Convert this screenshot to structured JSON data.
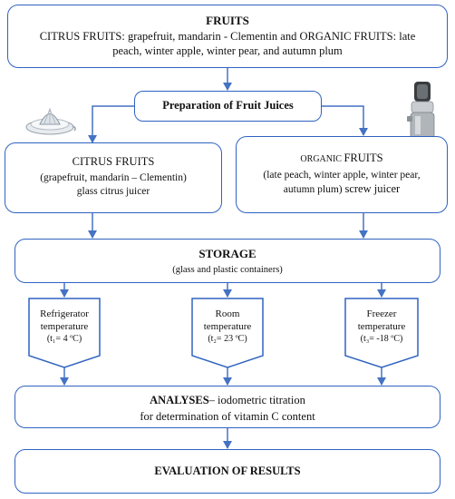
{
  "colors": {
    "border": "#2f63c0",
    "arrow": "#4472c4",
    "text": "#111111"
  },
  "top_box": {
    "title": "FRUITS",
    "line1": "CITRUS FRUITS: grapefruit, mandarin - Clementin and ORGANIC FRUITS: late",
    "line2": "peach, winter apple, winter pear, and  autumn plum"
  },
  "prep_box": {
    "label": "Preparation of Fruit Juices"
  },
  "icons": {
    "left": "citrus-juicer-icon",
    "right": "screw-juicer-icon"
  },
  "citrus_box": {
    "title": "CITRUS FRUITS",
    "line1": "(grapefruit, mandarin – Clementin)",
    "line2": "glass citrus juicer"
  },
  "organic_box": {
    "title_prefix": "ORGANIC ",
    "title_main": "FRUITS",
    "line1": "(late peach, winter apple, winter pear,",
    "line2_text": "autumn plum) ",
    "line2_emph": "screw juicer"
  },
  "storage_box": {
    "title": "STORAGE",
    "subtitle": "(glass and plastic containers)"
  },
  "temps": [
    {
      "line1": "Refrigerator",
      "line2": "temperature",
      "line3": "(t₁= 4 ºC)"
    },
    {
      "line1": "Room",
      "line2": "temperature",
      "line3": "(t₂= 23 ºC)"
    },
    {
      "line1": "Freezer",
      "line2": "temperature",
      "line3": "(t₃= -18 ºC)"
    }
  ],
  "analyses_box": {
    "title": "ANALYSES",
    "title_rest": "– iodometric titration",
    "line2": "for determination of vitamin C content"
  },
  "evaluation_box": {
    "label": "EVALUATION OF RESULTS"
  }
}
